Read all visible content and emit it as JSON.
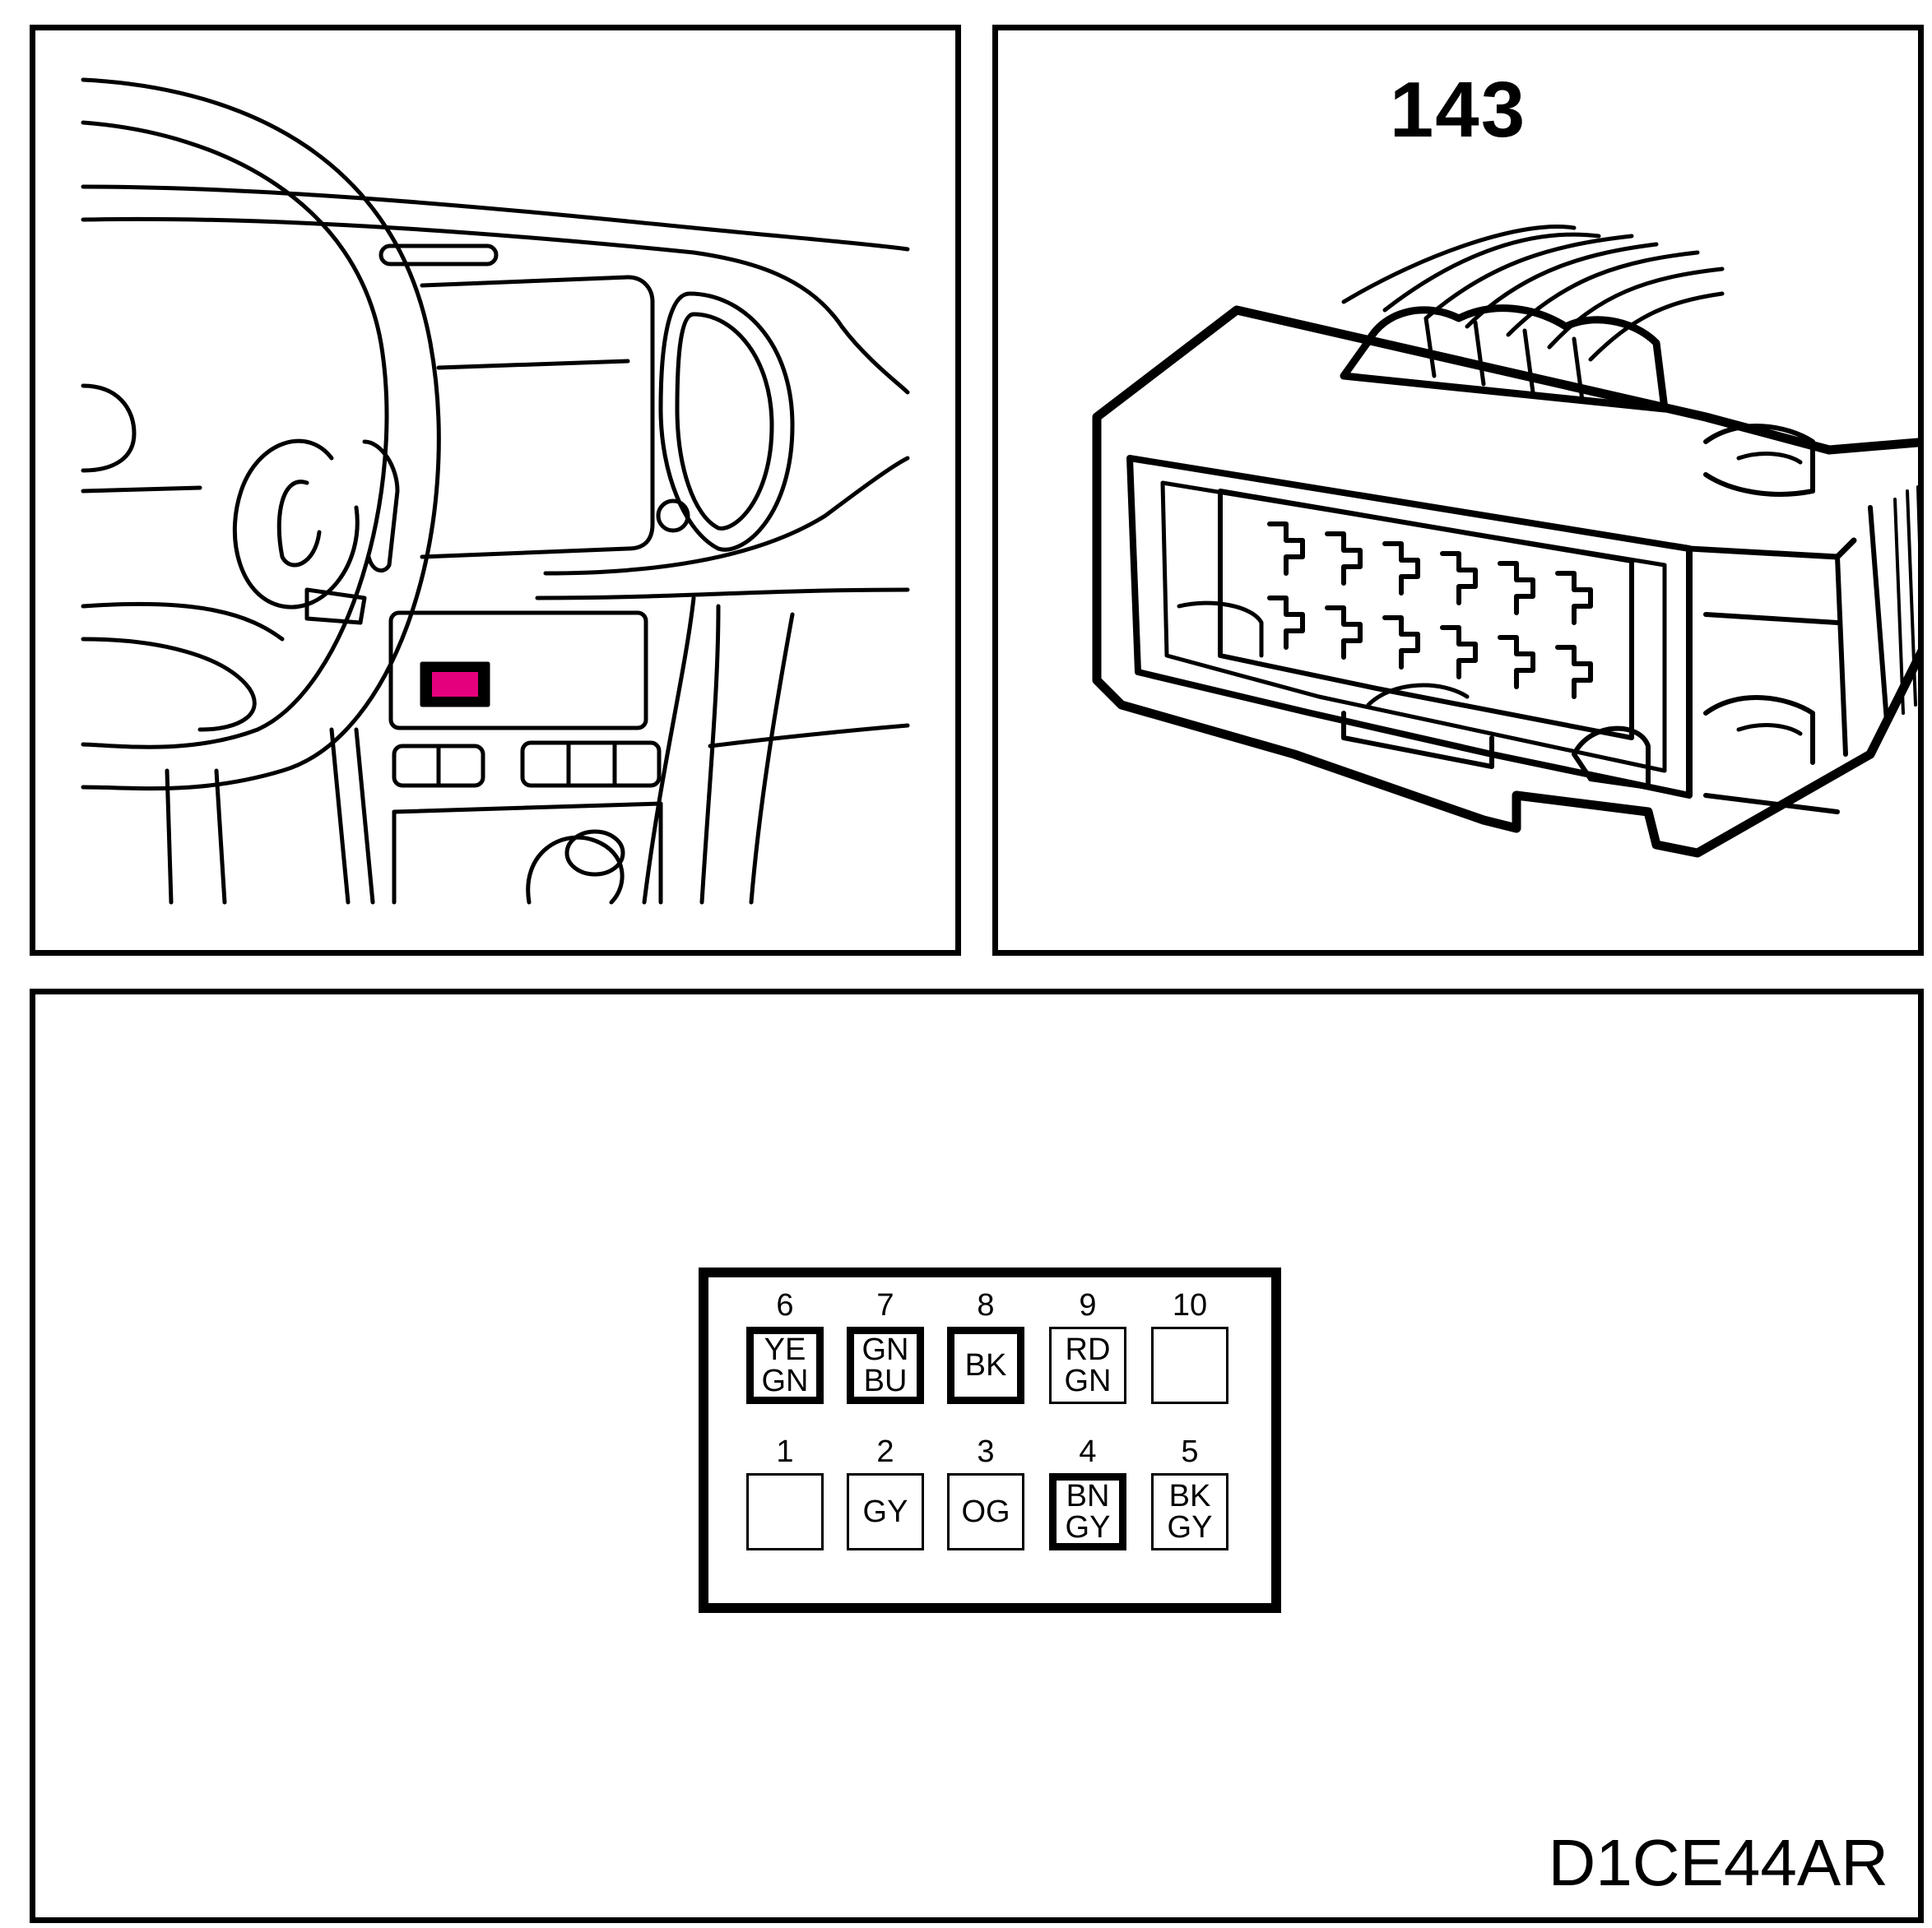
{
  "connector": {
    "number": "143"
  },
  "reference": {
    "code": "D1CE44AR"
  },
  "highlight_color": "#e4007c",
  "pins": {
    "top": [
      {
        "num": "6",
        "line1": "YE",
        "line2": "GN",
        "emphasis": true
      },
      {
        "num": "7",
        "line1": "GN",
        "line2": "BU",
        "emphasis": true
      },
      {
        "num": "8",
        "line1": "BK",
        "line2": "",
        "emphasis": true
      },
      {
        "num": "9",
        "line1": "RD",
        "line2": "GN",
        "emphasis": false
      },
      {
        "num": "10",
        "line1": "",
        "line2": "",
        "emphasis": false
      }
    ],
    "bottom": [
      {
        "num": "1",
        "line1": "",
        "line2": "",
        "emphasis": false
      },
      {
        "num": "2",
        "line1": "GY",
        "line2": "",
        "emphasis": false
      },
      {
        "num": "3",
        "line1": "OG",
        "line2": "",
        "emphasis": false
      },
      {
        "num": "4",
        "line1": "BN",
        "line2": "GY",
        "emphasis": true
      },
      {
        "num": "5",
        "line1": "BK",
        "line2": "GY",
        "emphasis": false
      }
    ]
  }
}
